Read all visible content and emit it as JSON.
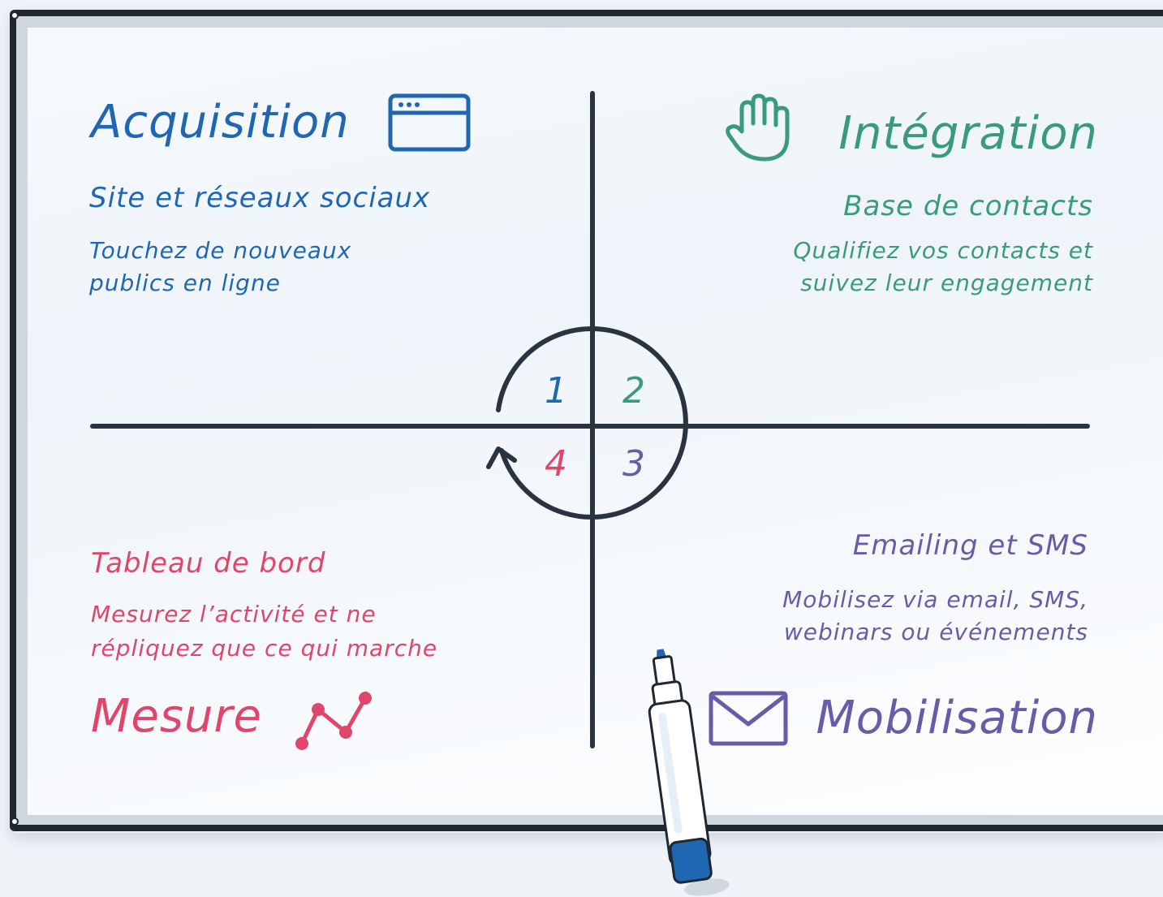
{
  "colors": {
    "acquisition": "#1f66b3",
    "integration": "#3a9b7a",
    "mobilisation": "#6b5aa8",
    "mesure": "#e0456a",
    "ink": "#2a3440"
  },
  "quadrants": {
    "acquisition": {
      "number": "1",
      "title": "Acquisition",
      "subtitle": "Site et réseaux sociaux",
      "desc_line1": "Touchez de nouveaux",
      "desc_line2": "publics en ligne",
      "icon": "browser-window-icon"
    },
    "integration": {
      "number": "2",
      "title": "Intégration",
      "subtitle": "Base de contacts",
      "desc_line1": "Qualifiez vos contacts et",
      "desc_line2": "suivez leur engagement",
      "icon": "hand-icon"
    },
    "mobilisation": {
      "number": "3",
      "title": "Mobilisation",
      "subtitle": "Emailing et SMS",
      "desc_line1": "Mobilisez via email, SMS,",
      "desc_line2": "webinars ou événements",
      "icon": "envelope-icon"
    },
    "mesure": {
      "number": "4",
      "title": "Mesure",
      "subtitle": "Tableau de bord",
      "desc_line1": "Mesurez l’activité et ne",
      "desc_line2": "répliquez que ce qui marche",
      "icon": "line-chart-icon"
    }
  }
}
